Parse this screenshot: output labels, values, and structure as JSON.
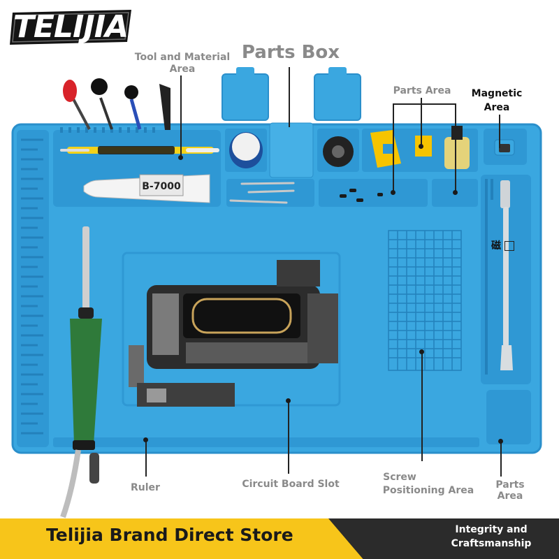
{
  "brand": {
    "logo_text": "TELIJIA",
    "store_name": "Telijia Brand Direct Store",
    "slogan_line1": "Integrity and",
    "slogan_line2": "Craftsmanship"
  },
  "labels": {
    "parts_box": "Parts Box",
    "tool_material_line1": "Tool and Material",
    "tool_material_line2": "Area",
    "parts_area_top": "Parts Area",
    "magnetic_line1": "Magnetic",
    "magnetic_line2": "Area",
    "magnetic_mark": "磁",
    "ruler": "Ruler",
    "circuit_board_slot": "Circuit Board Slot",
    "screw_line1": "Screw",
    "screw_line2": "Positioning Area",
    "parts_area_right_line1": "Parts",
    "parts_area_right_line2": "Area",
    "glue_tube": "B-7000"
  },
  "colors": {
    "mat": "#3aa7e0",
    "mat_dark": "#2a8fcb",
    "mat_light": "#5bbbeb",
    "banner_yellow": "#f7c51a",
    "banner_dark": "#2b2b2b"
  }
}
